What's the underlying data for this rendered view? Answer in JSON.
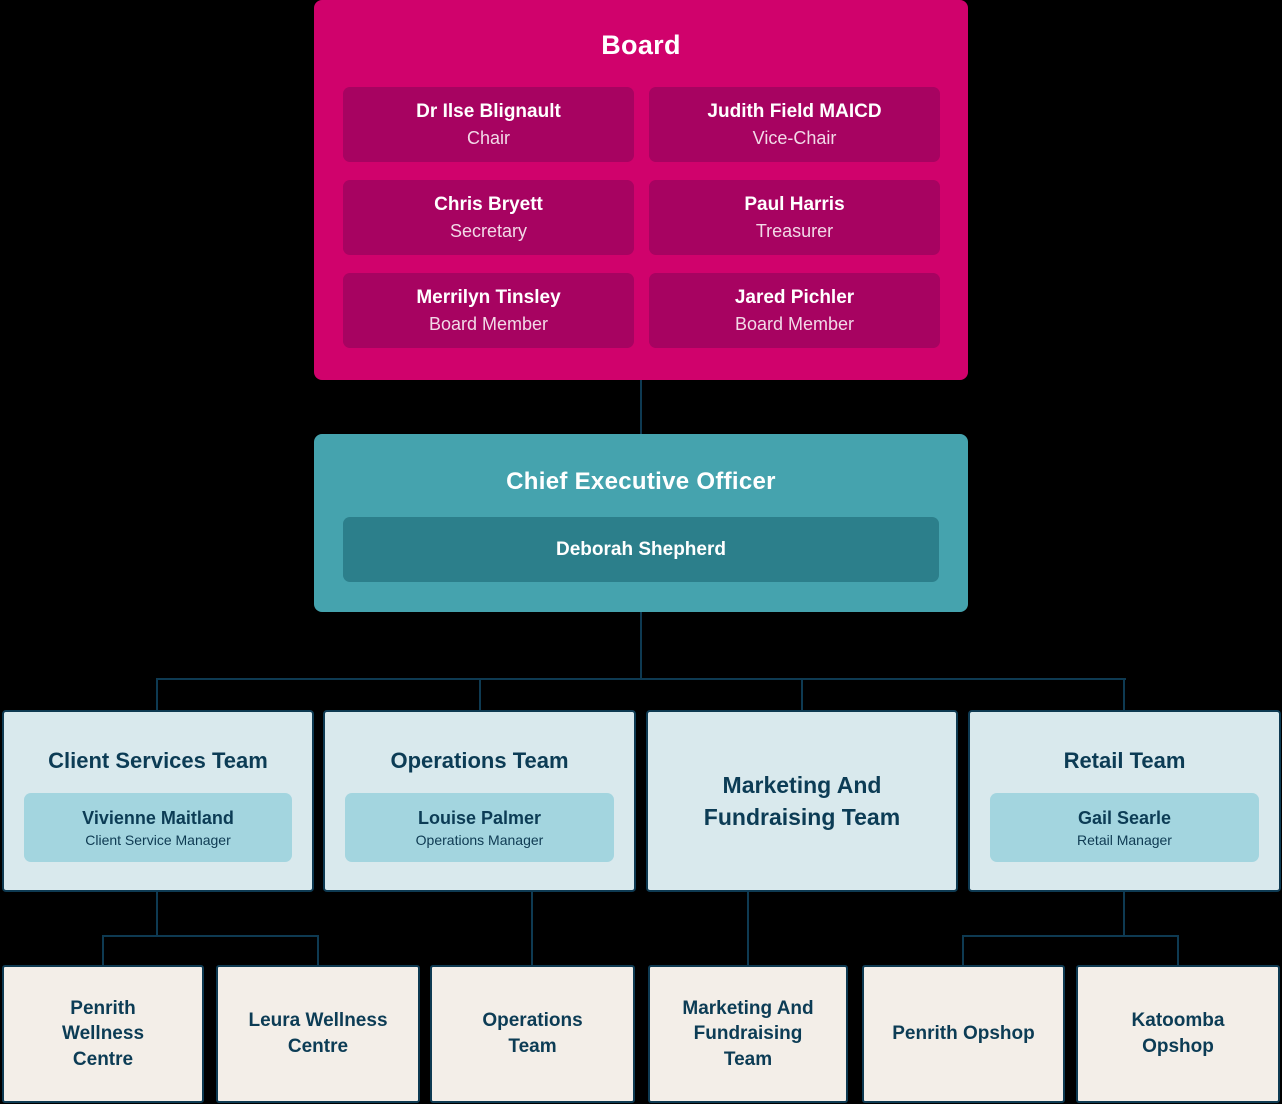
{
  "colors": {
    "background": "#000000",
    "board_bg": "#D0026C",
    "board_card_bg": "#A70361",
    "ceo_bg": "#45A3AE",
    "ceo_card_bg": "#2C7F8B",
    "team_bg": "#D9E9ED",
    "team_card_bg": "#A3D5DF",
    "unit_bg": "#F3EEE8",
    "navy_text": "#0C3C55",
    "connector": "#0E3A52",
    "white_text": "#FFFFFF"
  },
  "board": {
    "title": "Board",
    "members": [
      {
        "name": "Dr Ilse Blignault",
        "role": "Chair"
      },
      {
        "name": "Judith Field MAICD",
        "role": "Vice-Chair"
      },
      {
        "name": "Chris Bryett",
        "role": "Secretary"
      },
      {
        "name": "Paul Harris",
        "role": "Treasurer"
      },
      {
        "name": "Merrilyn Tinsley",
        "role": "Board Member"
      },
      {
        "name": "Jared Pichler",
        "role": "Board Member"
      }
    ]
  },
  "ceo": {
    "title": "Chief Executive Officer",
    "name": "Deborah Shepherd"
  },
  "teams": [
    {
      "title": "Client Services Team",
      "manager": {
        "name": "Vivienne Maitland",
        "role": "Client Service Manager"
      }
    },
    {
      "title": "Operations Team",
      "manager": {
        "name": "Louise Palmer",
        "role": "Operations Manager"
      }
    },
    {
      "title": "Marketing And\nFundraising Team"
    },
    {
      "title": "Retail Team",
      "manager": {
        "name": "Gail Searle",
        "role": "Retail Manager"
      }
    }
  ],
  "units": [
    "Penrith\nWellness\nCentre",
    "Leura Wellness\nCentre",
    "Operations\nTeam",
    "Marketing And\nFundraising\nTeam",
    "Penrith Opshop",
    "Katoomba\nOpshop"
  ]
}
